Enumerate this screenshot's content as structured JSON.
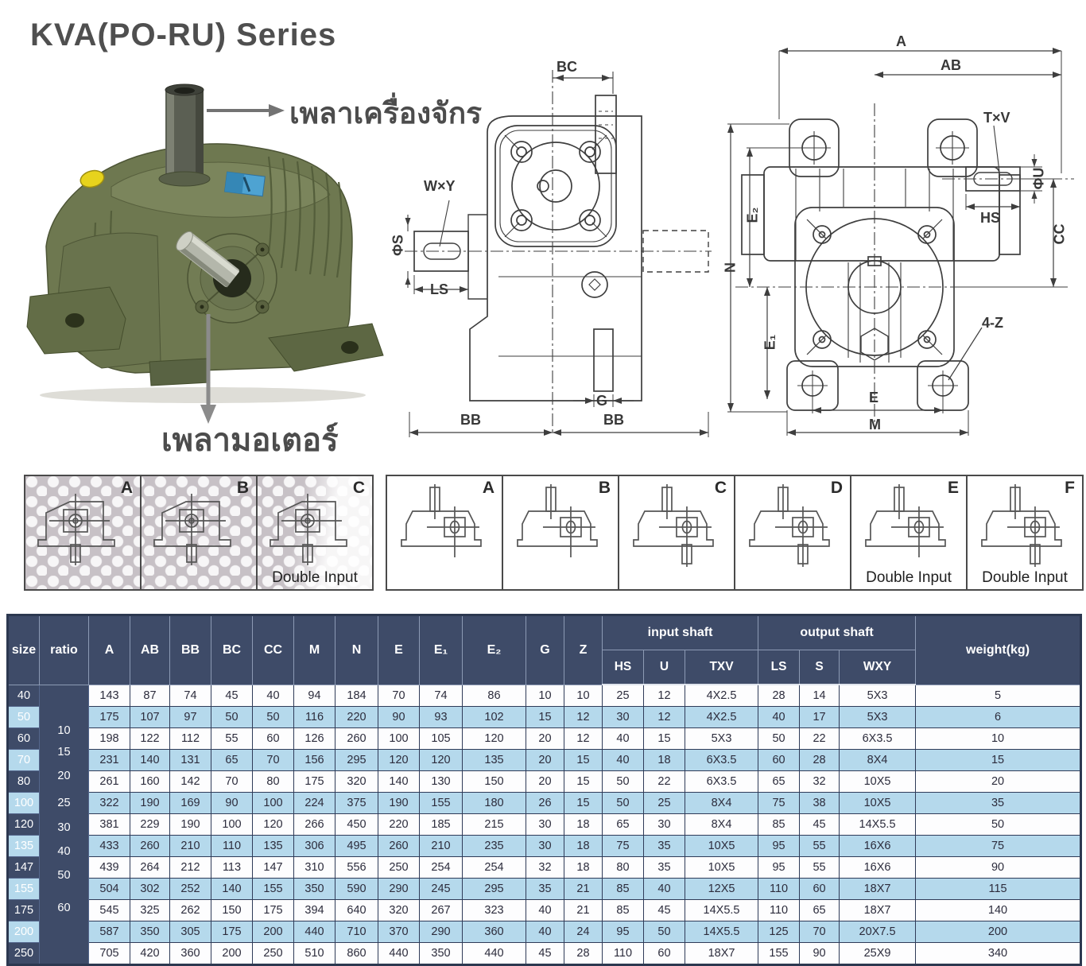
{
  "title": "KVA(PO-RU) Series",
  "hero": {
    "machine_shaft_label": "เพลาเครื่องจักร",
    "motor_shaft_label": "เพลามอเตอร์"
  },
  "side_drawing": {
    "bc": "BC",
    "wxy": "W×Y",
    "phi_s": "ΦS",
    "ls": "LS",
    "g": "G",
    "bb_left": "BB",
    "bb_right": "BB"
  },
  "front_drawing": {
    "a": "A",
    "ab": "AB",
    "txv": "T×V",
    "phi_u": "ΦU",
    "hs": "HS",
    "cc": "CC",
    "e2": "E₂",
    "n": "N",
    "e1": "E₁",
    "four_z": "4-Z",
    "e": "E",
    "m": "M"
  },
  "mounting_left": {
    "cells": [
      {
        "label": "A",
        "caption": "",
        "shaft_top": false,
        "shaft_bottom": true
      },
      {
        "label": "B",
        "caption": "",
        "shaft_top": false,
        "shaft_bottom": true
      },
      {
        "label": "C",
        "caption": "Double Input",
        "shaft_top": false,
        "shaft_bottom": true
      }
    ]
  },
  "mounting_right": {
    "cells": [
      {
        "label": "A",
        "caption": "",
        "shaft_top": true,
        "shaft_bottom": false
      },
      {
        "label": "B",
        "caption": "",
        "shaft_top": true,
        "shaft_bottom": false
      },
      {
        "label": "C",
        "caption": "",
        "shaft_top": true,
        "shaft_bottom": true
      },
      {
        "label": "D",
        "caption": "",
        "shaft_top": true,
        "shaft_bottom": true
      },
      {
        "label": "E",
        "caption": "Double Input",
        "shaft_top": true,
        "shaft_bottom": false
      },
      {
        "label": "F",
        "caption": "Double Input",
        "shaft_top": true,
        "shaft_bottom": true
      }
    ]
  },
  "table": {
    "headers": {
      "size": "size",
      "ratio": "ratio",
      "dims": [
        "A",
        "AB",
        "BB",
        "BC",
        "CC",
        "M",
        "N",
        "E",
        "E₁",
        "E₂",
        "G",
        "Z"
      ],
      "input_shaft": "input shaft",
      "output_shaft": "output shaft",
      "input_cols": [
        "HS",
        "U",
        "TXV"
      ],
      "output_cols": [
        "LS",
        "S",
        "WXY"
      ],
      "weight": "weight(kg)"
    },
    "ratios": [
      "10",
      "15",
      "20",
      "25",
      "30",
      "40",
      "50",
      "60"
    ],
    "rows": [
      {
        "size": "40",
        "values": [
          "143",
          "87",
          "74",
          "45",
          "40",
          "94",
          "184",
          "70",
          "74",
          "86",
          "10",
          "10",
          "25",
          "12",
          "4X2.5",
          "28",
          "14",
          "5X3",
          "5"
        ]
      },
      {
        "size": "50",
        "values": [
          "175",
          "107",
          "97",
          "50",
          "50",
          "116",
          "220",
          "90",
          "93",
          "102",
          "15",
          "12",
          "30",
          "12",
          "4X2.5",
          "40",
          "17",
          "5X3",
          "6"
        ]
      },
      {
        "size": "60",
        "values": [
          "198",
          "122",
          "112",
          "55",
          "60",
          "126",
          "260",
          "100",
          "105",
          "120",
          "20",
          "12",
          "40",
          "15",
          "5X3",
          "50",
          "22",
          "6X3.5",
          "10"
        ]
      },
      {
        "size": "70",
        "values": [
          "231",
          "140",
          "131",
          "65",
          "70",
          "156",
          "295",
          "120",
          "120",
          "135",
          "20",
          "15",
          "40",
          "18",
          "6X3.5",
          "60",
          "28",
          "8X4",
          "15"
        ]
      },
      {
        "size": "80",
        "values": [
          "261",
          "160",
          "142",
          "70",
          "80",
          "175",
          "320",
          "140",
          "130",
          "150",
          "20",
          "15",
          "50",
          "22",
          "6X3.5",
          "65",
          "32",
          "10X5",
          "20"
        ]
      },
      {
        "size": "100",
        "values": [
          "322",
          "190",
          "169",
          "90",
          "100",
          "224",
          "375",
          "190",
          "155",
          "180",
          "26",
          "15",
          "50",
          "25",
          "8X4",
          "75",
          "38",
          "10X5",
          "35"
        ]
      },
      {
        "size": "120",
        "values": [
          "381",
          "229",
          "190",
          "100",
          "120",
          "266",
          "450",
          "220",
          "185",
          "215",
          "30",
          "18",
          "65",
          "30",
          "8X4",
          "85",
          "45",
          "14X5.5",
          "50"
        ]
      },
      {
        "size": "135",
        "values": [
          "433",
          "260",
          "210",
          "110",
          "135",
          "306",
          "495",
          "260",
          "210",
          "235",
          "30",
          "18",
          "75",
          "35",
          "10X5",
          "95",
          "55",
          "16X6",
          "75"
        ]
      },
      {
        "size": "147",
        "values": [
          "439",
          "264",
          "212",
          "113",
          "147",
          "310",
          "556",
          "250",
          "254",
          "254",
          "32",
          "18",
          "80",
          "35",
          "10X5",
          "95",
          "55",
          "16X6",
          "90"
        ]
      },
      {
        "size": "155",
        "values": [
          "504",
          "302",
          "252",
          "140",
          "155",
          "350",
          "590",
          "290",
          "245",
          "295",
          "35",
          "21",
          "85",
          "40",
          "12X5",
          "110",
          "60",
          "18X7",
          "115"
        ]
      },
      {
        "size": "175",
        "values": [
          "545",
          "325",
          "262",
          "150",
          "175",
          "394",
          "640",
          "320",
          "267",
          "323",
          "40",
          "21",
          "85",
          "45",
          "14X5.5",
          "110",
          "65",
          "18X7",
          "140"
        ]
      },
      {
        "size": "200",
        "values": [
          "587",
          "350",
          "305",
          "175",
          "200",
          "440",
          "710",
          "370",
          "290",
          "360",
          "40",
          "24",
          "95",
          "50",
          "14X5.5",
          "125",
          "70",
          "20X7.5",
          "200"
        ]
      },
      {
        "size": "250",
        "values": [
          "705",
          "420",
          "360",
          "200",
          "250",
          "510",
          "860",
          "440",
          "350",
          "440",
          "45",
          "28",
          "110",
          "60",
          "18X7",
          "155",
          "90",
          "25X9",
          "340"
        ]
      }
    ]
  },
  "colors": {
    "header_bg": "#3e4b68",
    "row_alt": "#b5d9ec",
    "gearbox_olive": "#6e7850",
    "cap_yellow": "#e7d31d",
    "label_blue": "#4ea3d2"
  }
}
